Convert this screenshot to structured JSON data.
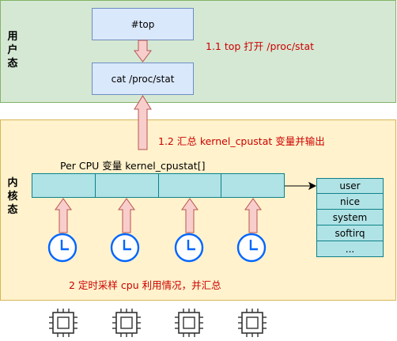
{
  "regions": {
    "user_label_chars": [
      "用",
      "户",
      "态"
    ],
    "kernel_label_chars": [
      "内",
      "核",
      "态"
    ]
  },
  "boxes": {
    "top": "#top",
    "cat": "cat /proc/stat"
  },
  "annotations": {
    "open": "1.1 top 打开 /proc/stat",
    "summarize": "1.2 汇总 kernel_cpustat 变量并输出",
    "sample": "2 定时采样 cpu 利用情况，并汇总"
  },
  "per_cpu_variable": {
    "title": "Per CPU 变量 kernel_cpustat[]",
    "cells": [
      "",
      "",
      "",
      ""
    ]
  },
  "stat_fields": [
    "user",
    "nice",
    "system",
    "softirq",
    "..."
  ],
  "timers": [
    "timer",
    "timer",
    "timer",
    "timer"
  ],
  "cpus": [
    "cpu",
    "cpu",
    "cpu",
    "cpu"
  ],
  "colors": {
    "user_region_fill": "#d5e8d4",
    "kernel_region_fill": "#fff2cc",
    "process_box_fill": "#dae8fc",
    "cpustat_fill": "#b0e3e6",
    "arrow_fill": "#f8cecc",
    "annotation_text": "#cc0000",
    "timer_stroke": "#0066ff"
  }
}
